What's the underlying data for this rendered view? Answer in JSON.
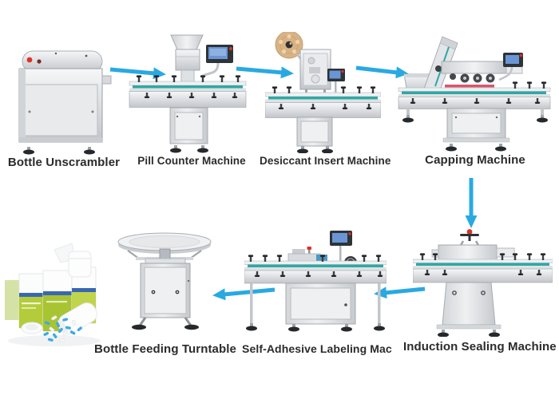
{
  "colors": {
    "background": "#ffffff",
    "arrow": "#29a9e2",
    "label_text": "#2b2b2b",
    "belt_teal": "#2fa8a4",
    "accent_red": "#d93425",
    "hmi_screen_blue": "#6a96d6",
    "desiccant_roll_tan": "#d9b284",
    "capping_bar_red": "#d8566b",
    "product_green": "#b5cc3a",
    "product_stripe_blue": "#3a67b1",
    "capsule_blue": "#41a9e2"
  },
  "stations": [
    {
      "id": "bottle-unscrambler",
      "label": "Bottle Unscrambler"
    },
    {
      "id": "pill-counter",
      "label": "Pill Counter Machine"
    },
    {
      "id": "desiccant-insert",
      "label": "Desiccant Insert Machine"
    },
    {
      "id": "capping",
      "label": "Capping Machine"
    },
    {
      "id": "induction-sealing",
      "label": "Induction Sealing Machine"
    },
    {
      "id": "self-adhesive-labeling",
      "label": "Self-Adhesive Labeling Mac"
    },
    {
      "id": "bottle-feeding-turntable",
      "label": "Bottle Feeding Turntable"
    }
  ],
  "flow": [
    {
      "from": "Bottle Unscrambler",
      "to": "Pill Counter Machine",
      "direction": "right"
    },
    {
      "from": "Pill Counter Machine",
      "to": "Desiccant Insert Machine",
      "direction": "right"
    },
    {
      "from": "Desiccant Insert Machine",
      "to": "Capping Machine",
      "direction": "right"
    },
    {
      "from": "Capping Machine",
      "to": "Induction Sealing Machine",
      "direction": "down"
    },
    {
      "from": "Induction Sealing Machine",
      "to": "Self-Adhesive Labeling Mac",
      "direction": "left"
    },
    {
      "from": "Self-Adhesive Labeling Mac",
      "to": "Bottle Feeding Turntable",
      "direction": "left"
    }
  ]
}
